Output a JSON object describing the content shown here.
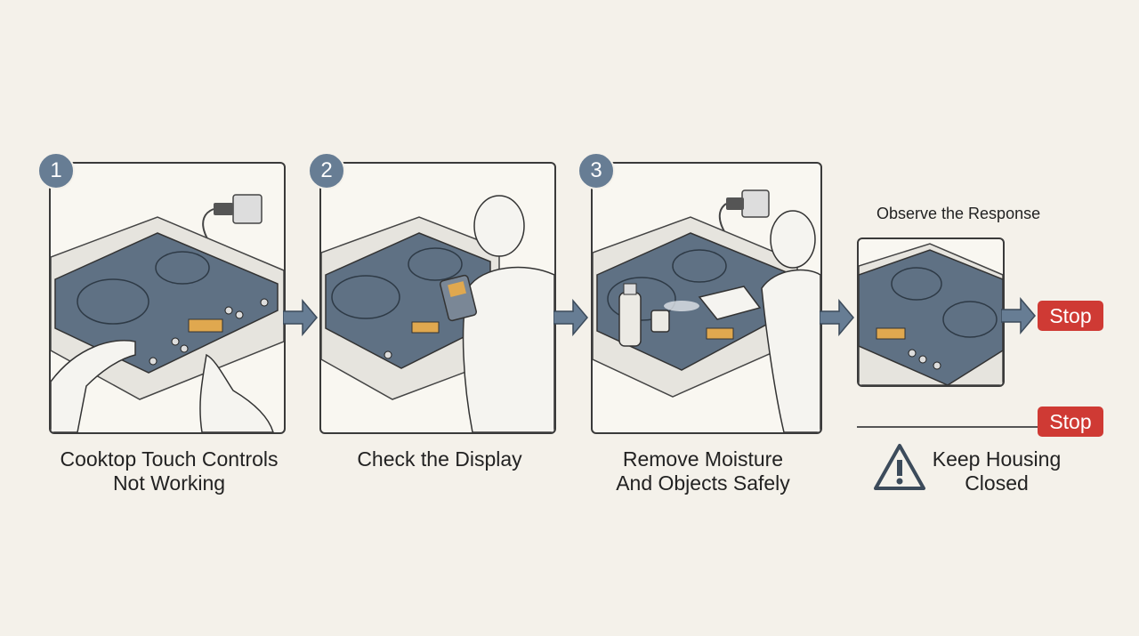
{
  "steps": [
    {
      "number": "1",
      "caption": "Cooktop Touch Controls\nNot Working"
    },
    {
      "number": "2",
      "caption": "Check the Display"
    },
    {
      "number": "3",
      "caption": "Remove Moisture\nAnd Objects Safely"
    }
  ],
  "final": {
    "observe_label": "Observe the Response",
    "stop_label_top": "Stop",
    "stop_label_bottom": "Stop",
    "warning_caption": "Keep Housing\nClosed"
  },
  "colors": {
    "background": "#f4f1ea",
    "badge": "#677d94",
    "cooktop_glass": "#5f7184",
    "display": "#e0a84f",
    "stop": "#cf3a34",
    "arrow": "#677d94"
  },
  "icons": [
    "hand-icon",
    "plug-icon",
    "person-icon",
    "phone-icon",
    "bottle-icon",
    "cup-icon",
    "cloth-icon",
    "warning-icon"
  ]
}
